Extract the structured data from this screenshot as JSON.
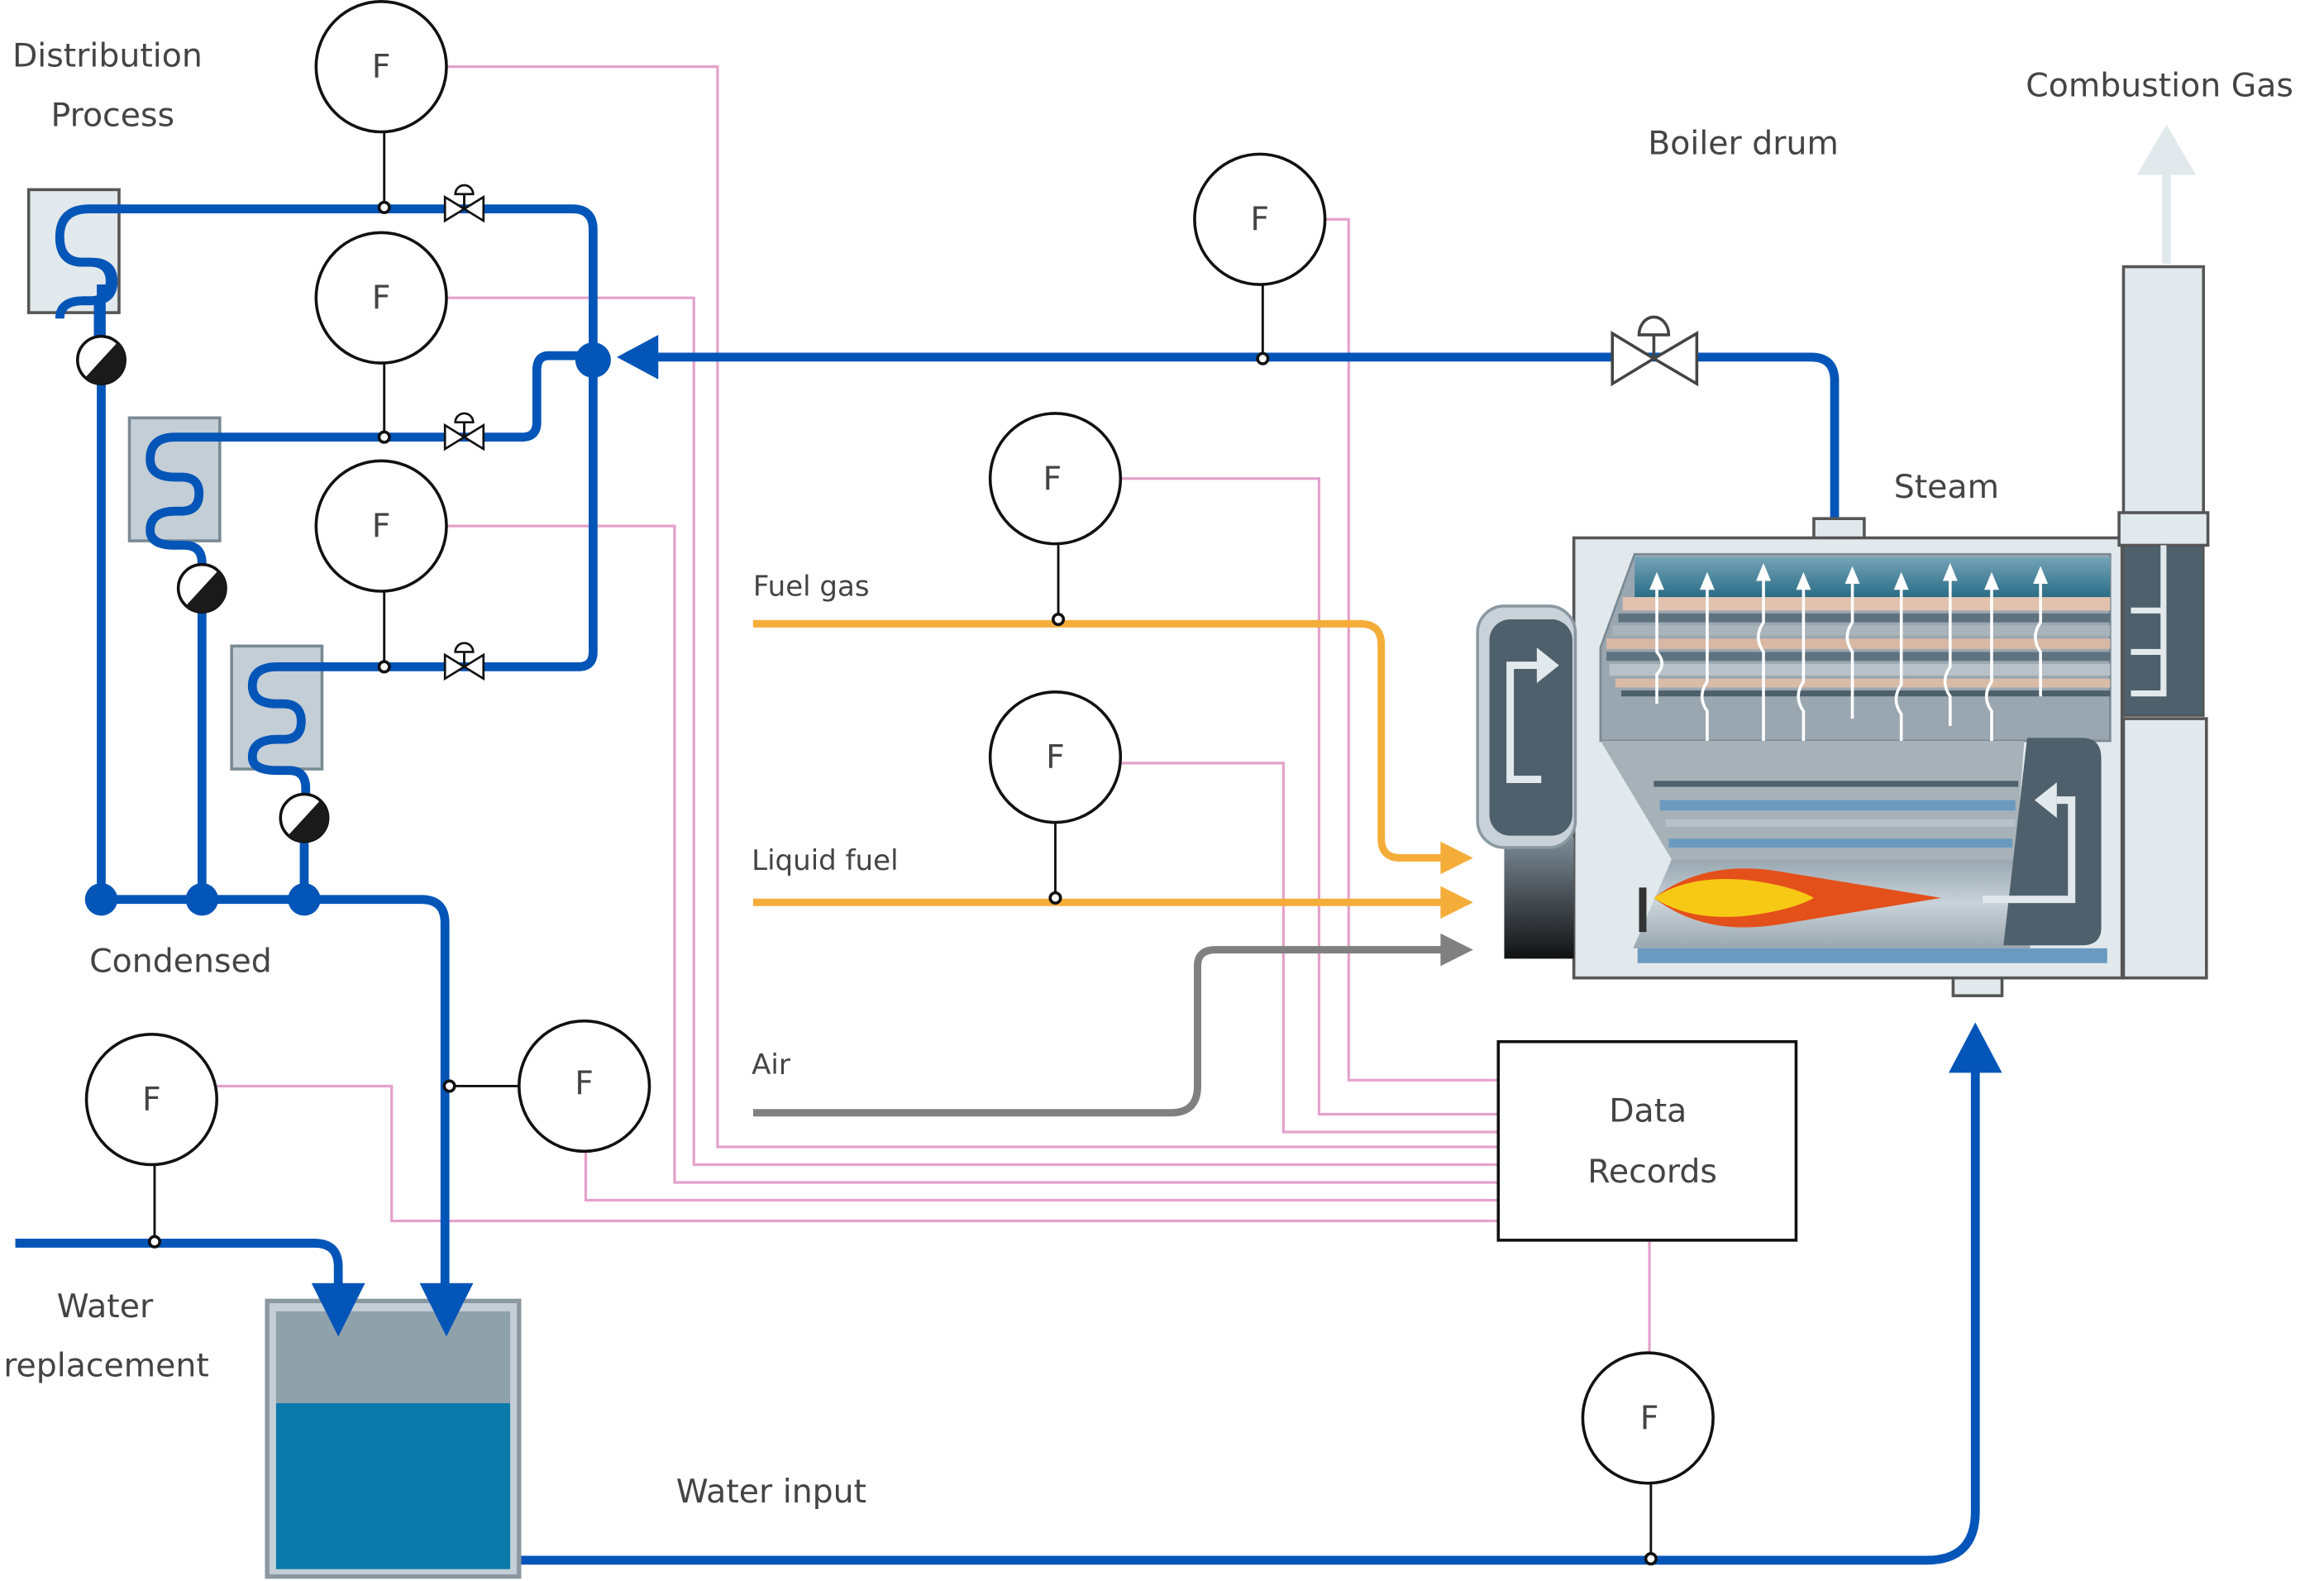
{
  "diagram": {
    "title": "Boiler steam distribution and flow measurement diagram",
    "labels": {
      "distribution_line1": "Distribution",
      "distribution_line2": "Process",
      "condensed": "Condensed",
      "water_replacement_line1": "Water",
      "water_replacement_line2": "replacement",
      "water_input": "Water input",
      "fuel_gas": "Fuel gas",
      "liquid_fuel": "Liquid fuel",
      "air": "Air",
      "boiler_drum": "Boiler drum",
      "steam": "Steam",
      "combustion_gas": "Combustion Gas",
      "data_records_line1": "Data",
      "data_records_line2": "Records"
    },
    "flow_meters": [
      {
        "id": "process-1",
        "symbol": "F"
      },
      {
        "id": "process-2",
        "symbol": "F"
      },
      {
        "id": "process-3",
        "symbol": "F"
      },
      {
        "id": "steam-main",
        "symbol": "F"
      },
      {
        "id": "fuel-gas",
        "symbol": "F"
      },
      {
        "id": "liquid-fuel",
        "symbol": "F"
      },
      {
        "id": "condensate-return",
        "symbol": "F"
      },
      {
        "id": "water-replacement",
        "symbol": "F"
      },
      {
        "id": "water-input",
        "symbol": "F"
      }
    ],
    "colors": {
      "water_steam_pipe": "#0455b8",
      "fuel_line": "#f5ad3a",
      "air_line": "#808080",
      "signal_line": "#e4a2cb",
      "tank_water": "#0a7aab",
      "flame_outer": "#e4501a",
      "flame_inner": "#f6c915"
    }
  }
}
